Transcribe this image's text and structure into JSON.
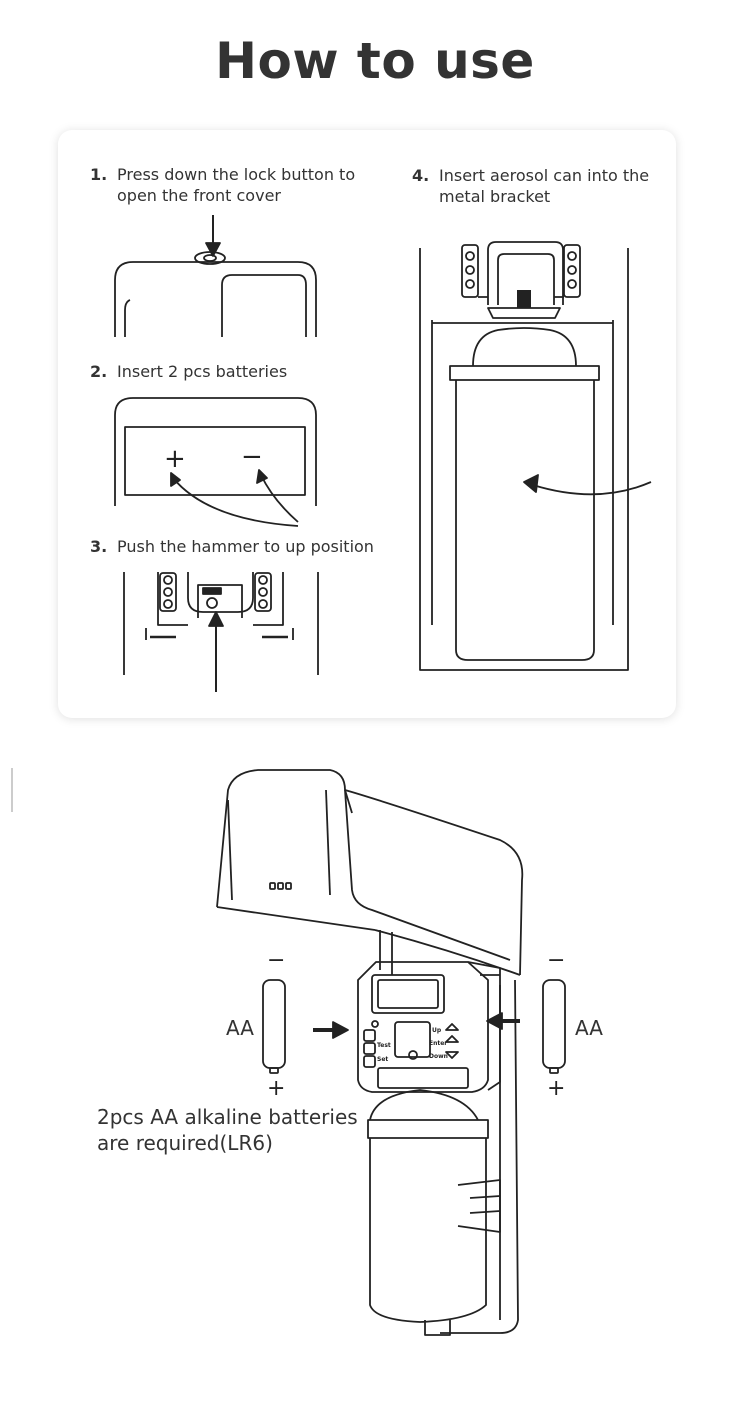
{
  "title": "How to use",
  "steps": [
    {
      "num": "1.",
      "line1": "Press down the lock button to",
      "line2": "open the front cover"
    },
    {
      "num": "2.",
      "line1": "Insert 2 pcs batteries"
    },
    {
      "num": "3.",
      "line1": "Push the hammer to up position"
    },
    {
      "num": "4.",
      "line1": "Insert aerosol can into the",
      "line2": "metal bracket"
    }
  ],
  "diagram": {
    "battery_plus": "+",
    "battery_minus": "−",
    "battery_label": "AA",
    "panel_buttons": [
      "Test",
      "Set",
      "Up",
      "Enter",
      "Down"
    ],
    "note_line1": "2pcs AA alkaline batteries",
    "note_line2": "are required(LR6)"
  }
}
